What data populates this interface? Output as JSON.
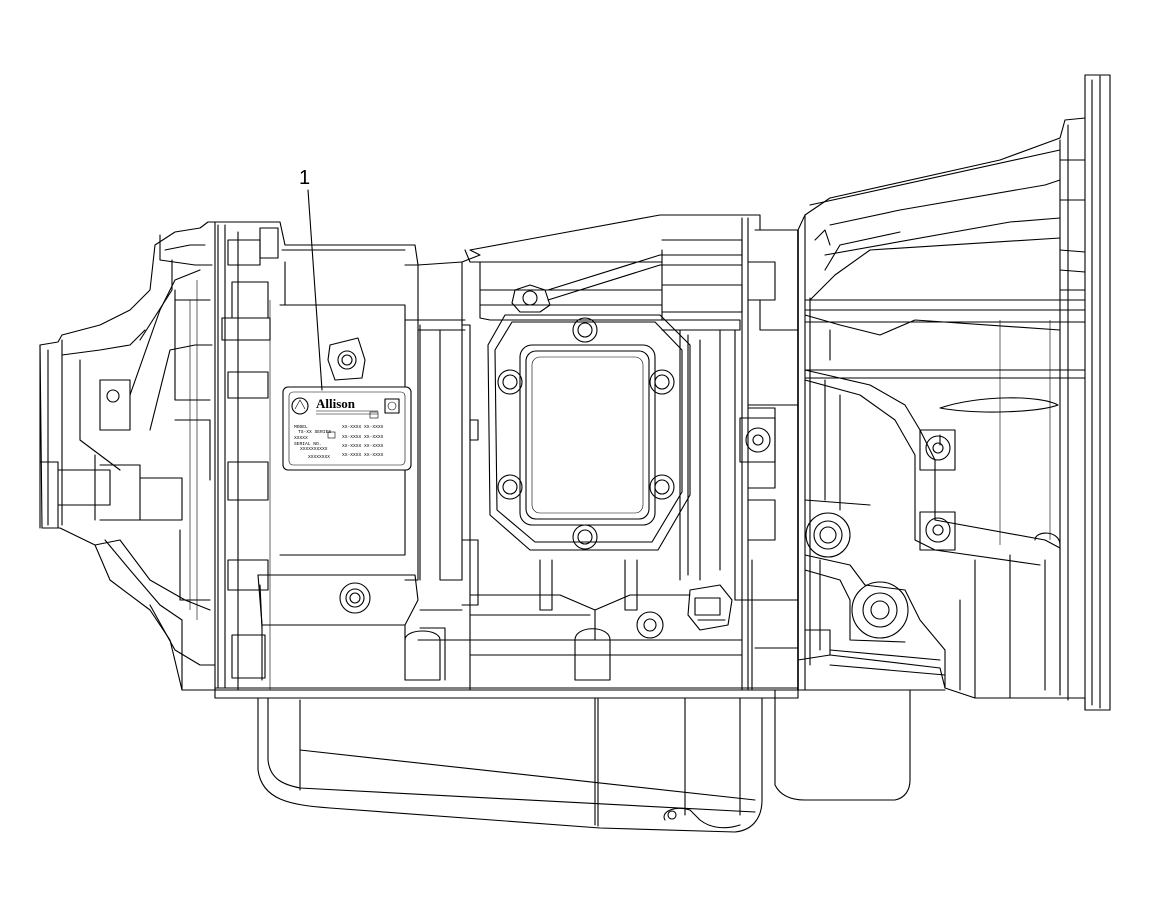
{
  "callouts": [
    {
      "id": "1",
      "label": "1"
    }
  ],
  "id_plate": {
    "brand": "Allison",
    "left_lines": [
      "MODEL",
      "TS-XX SERIES",
      "XXXXX",
      "SERIAL NO.",
      "XXXXXXXXXX",
      "XXXXXXXX"
    ],
    "right_lines": [
      "XX-XXXX  XX-XXXX",
      "XX-XXXX  XX-XXXX",
      "XX-XXXX  XX-XXXX",
      "XX-XXXX  XX-XXXX"
    ]
  },
  "colors": {
    "line": "#000000",
    "background": "#ffffff"
  }
}
